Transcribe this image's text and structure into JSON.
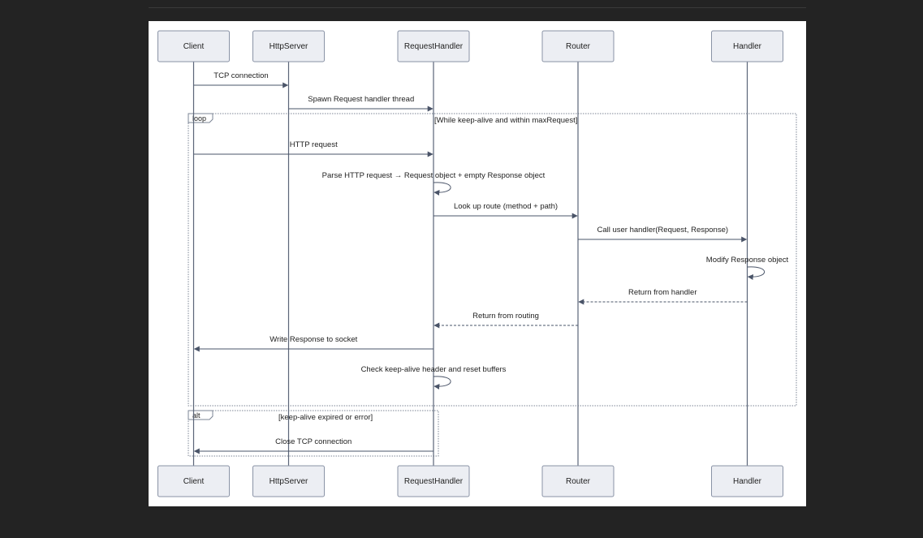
{
  "actors": [
    {
      "id": "client",
      "label": "Client"
    },
    {
      "id": "httpserver",
      "label": "HttpServer"
    },
    {
      "id": "requesthandler",
      "label": "RequestHandler"
    },
    {
      "id": "router",
      "label": "Router"
    },
    {
      "id": "handler",
      "label": "Handler"
    }
  ],
  "messages": [
    {
      "from": "client",
      "to": "httpserver",
      "label": "TCP connection",
      "style": "solid"
    },
    {
      "from": "httpserver",
      "to": "requesthandler",
      "label": "Spawn Request handler thread",
      "style": "solid"
    },
    {
      "from": "client",
      "to": "requesthandler",
      "label": "HTTP request",
      "style": "solid"
    },
    {
      "from": "requesthandler",
      "to": "requesthandler",
      "label": "Parse HTTP request → Request object + empty Response object",
      "style": "solid"
    },
    {
      "from": "requesthandler",
      "to": "router",
      "label": "Look up route (method + path)",
      "style": "solid"
    },
    {
      "from": "router",
      "to": "handler",
      "label": "Call user handler(Request, Response)",
      "style": "solid"
    },
    {
      "from": "handler",
      "to": "handler",
      "label": "Modify Response object",
      "style": "solid"
    },
    {
      "from": "handler",
      "to": "router",
      "label": "Return from handler",
      "style": "dashed"
    },
    {
      "from": "router",
      "to": "requesthandler",
      "label": "Return from routing",
      "style": "dashed"
    },
    {
      "from": "requesthandler",
      "to": "client",
      "label": "Write Response to socket",
      "style": "solid"
    },
    {
      "from": "requesthandler",
      "to": "requesthandler",
      "label": "Check keep-alive header and reset buffers",
      "style": "solid"
    },
    {
      "from": "requesthandler",
      "to": "client",
      "label": "Close TCP connection",
      "style": "solid"
    }
  ],
  "frames": [
    {
      "keyword": "loop",
      "condition": "[While keep-alive and within maxRequest]"
    },
    {
      "keyword": "alt",
      "condition": "[keep-alive expired or error]"
    }
  ],
  "colors": {
    "page_background": "#232323",
    "panel_background": "#ffffff",
    "actor_fill": "#eceef3",
    "actor_stroke": "#8a93a6",
    "line": "#4a5468"
  }
}
